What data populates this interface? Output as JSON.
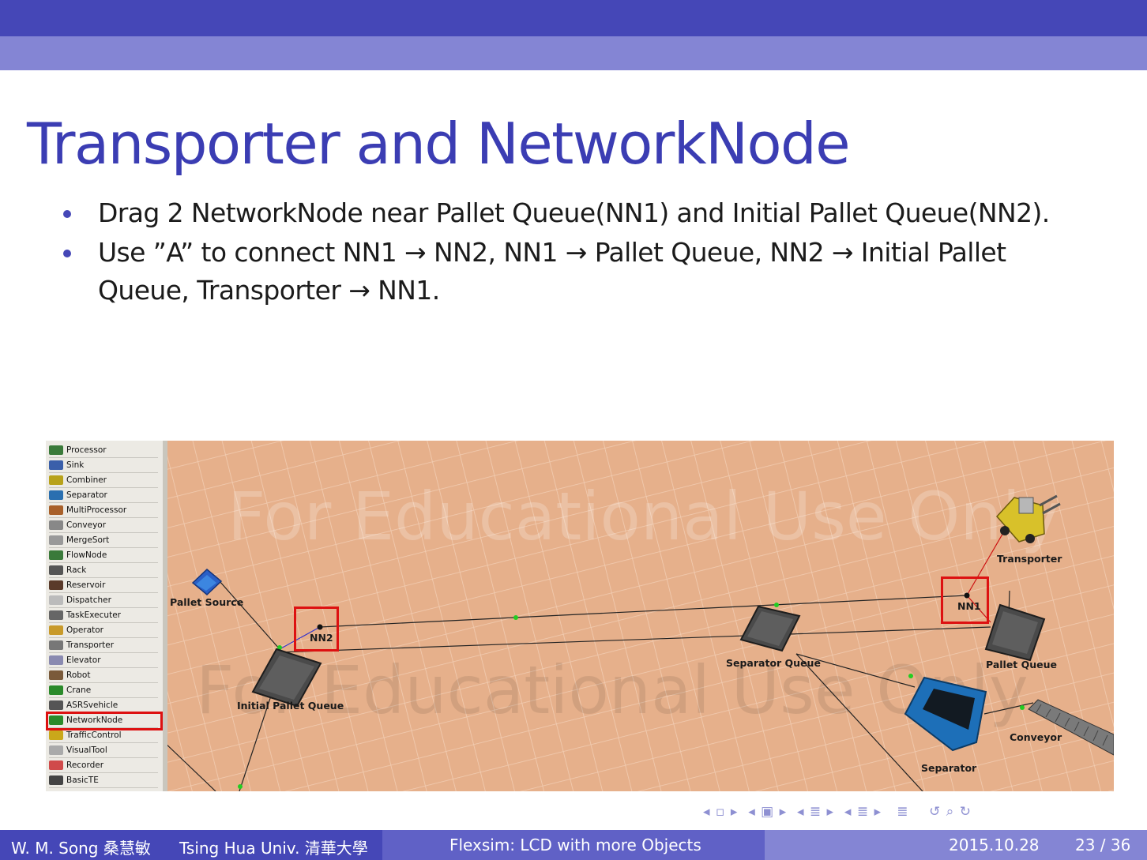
{
  "slide": {
    "title": "Transporter and NetworkNode",
    "bullets": [
      "Drag 2 NetworkNode near Pallet Queue(NN1) and Initial Pallet Queue(NN2).",
      "Use ”A” to connect NN1 → NN2, NN1 → Pallet Queue, NN2 → Initial Pallet Queue, Transporter → NN1."
    ]
  },
  "library": {
    "items": [
      "Processor",
      "Sink",
      "Combiner",
      "Separator",
      "MultiProcessor",
      "Conveyor",
      "MergeSort",
      "FlowNode",
      "Rack",
      "Reservoir",
      "Dispatcher",
      "TaskExecuter",
      "Operator",
      "Transporter",
      "Elevator",
      "Robot",
      "Crane",
      "ASRSvehicle",
      "NetworkNode",
      "TrafficControl",
      "VisualTool",
      "Recorder",
      "BasicTE"
    ],
    "highlighted": "NetworkNode"
  },
  "model": {
    "watermark": "For Educational Use Only",
    "labels": {
      "pallet_source": "Pallet Source",
      "nn2": "NN2",
      "initial_pallet_queue": "Initial Pallet Queue",
      "separator_queue": "Separator Queue",
      "nn1": "NN1",
      "pallet_queue": "Pallet Queue",
      "transporter": "Transporter",
      "separator": "Separator",
      "conveyor": "Conveyor"
    }
  },
  "footer": {
    "author": "W. M. Song 桑慧敏",
    "institution": "Tsing Hua Univ. 清華大學",
    "subtitle": "Flexsim: LCD with more Objects",
    "date": "2015.10.28",
    "page": "23 / 36"
  },
  "colors": {
    "accent": "#4547b7",
    "band": "#8485d4",
    "floor": "#e6b08b",
    "highlight": "#dd1111"
  }
}
